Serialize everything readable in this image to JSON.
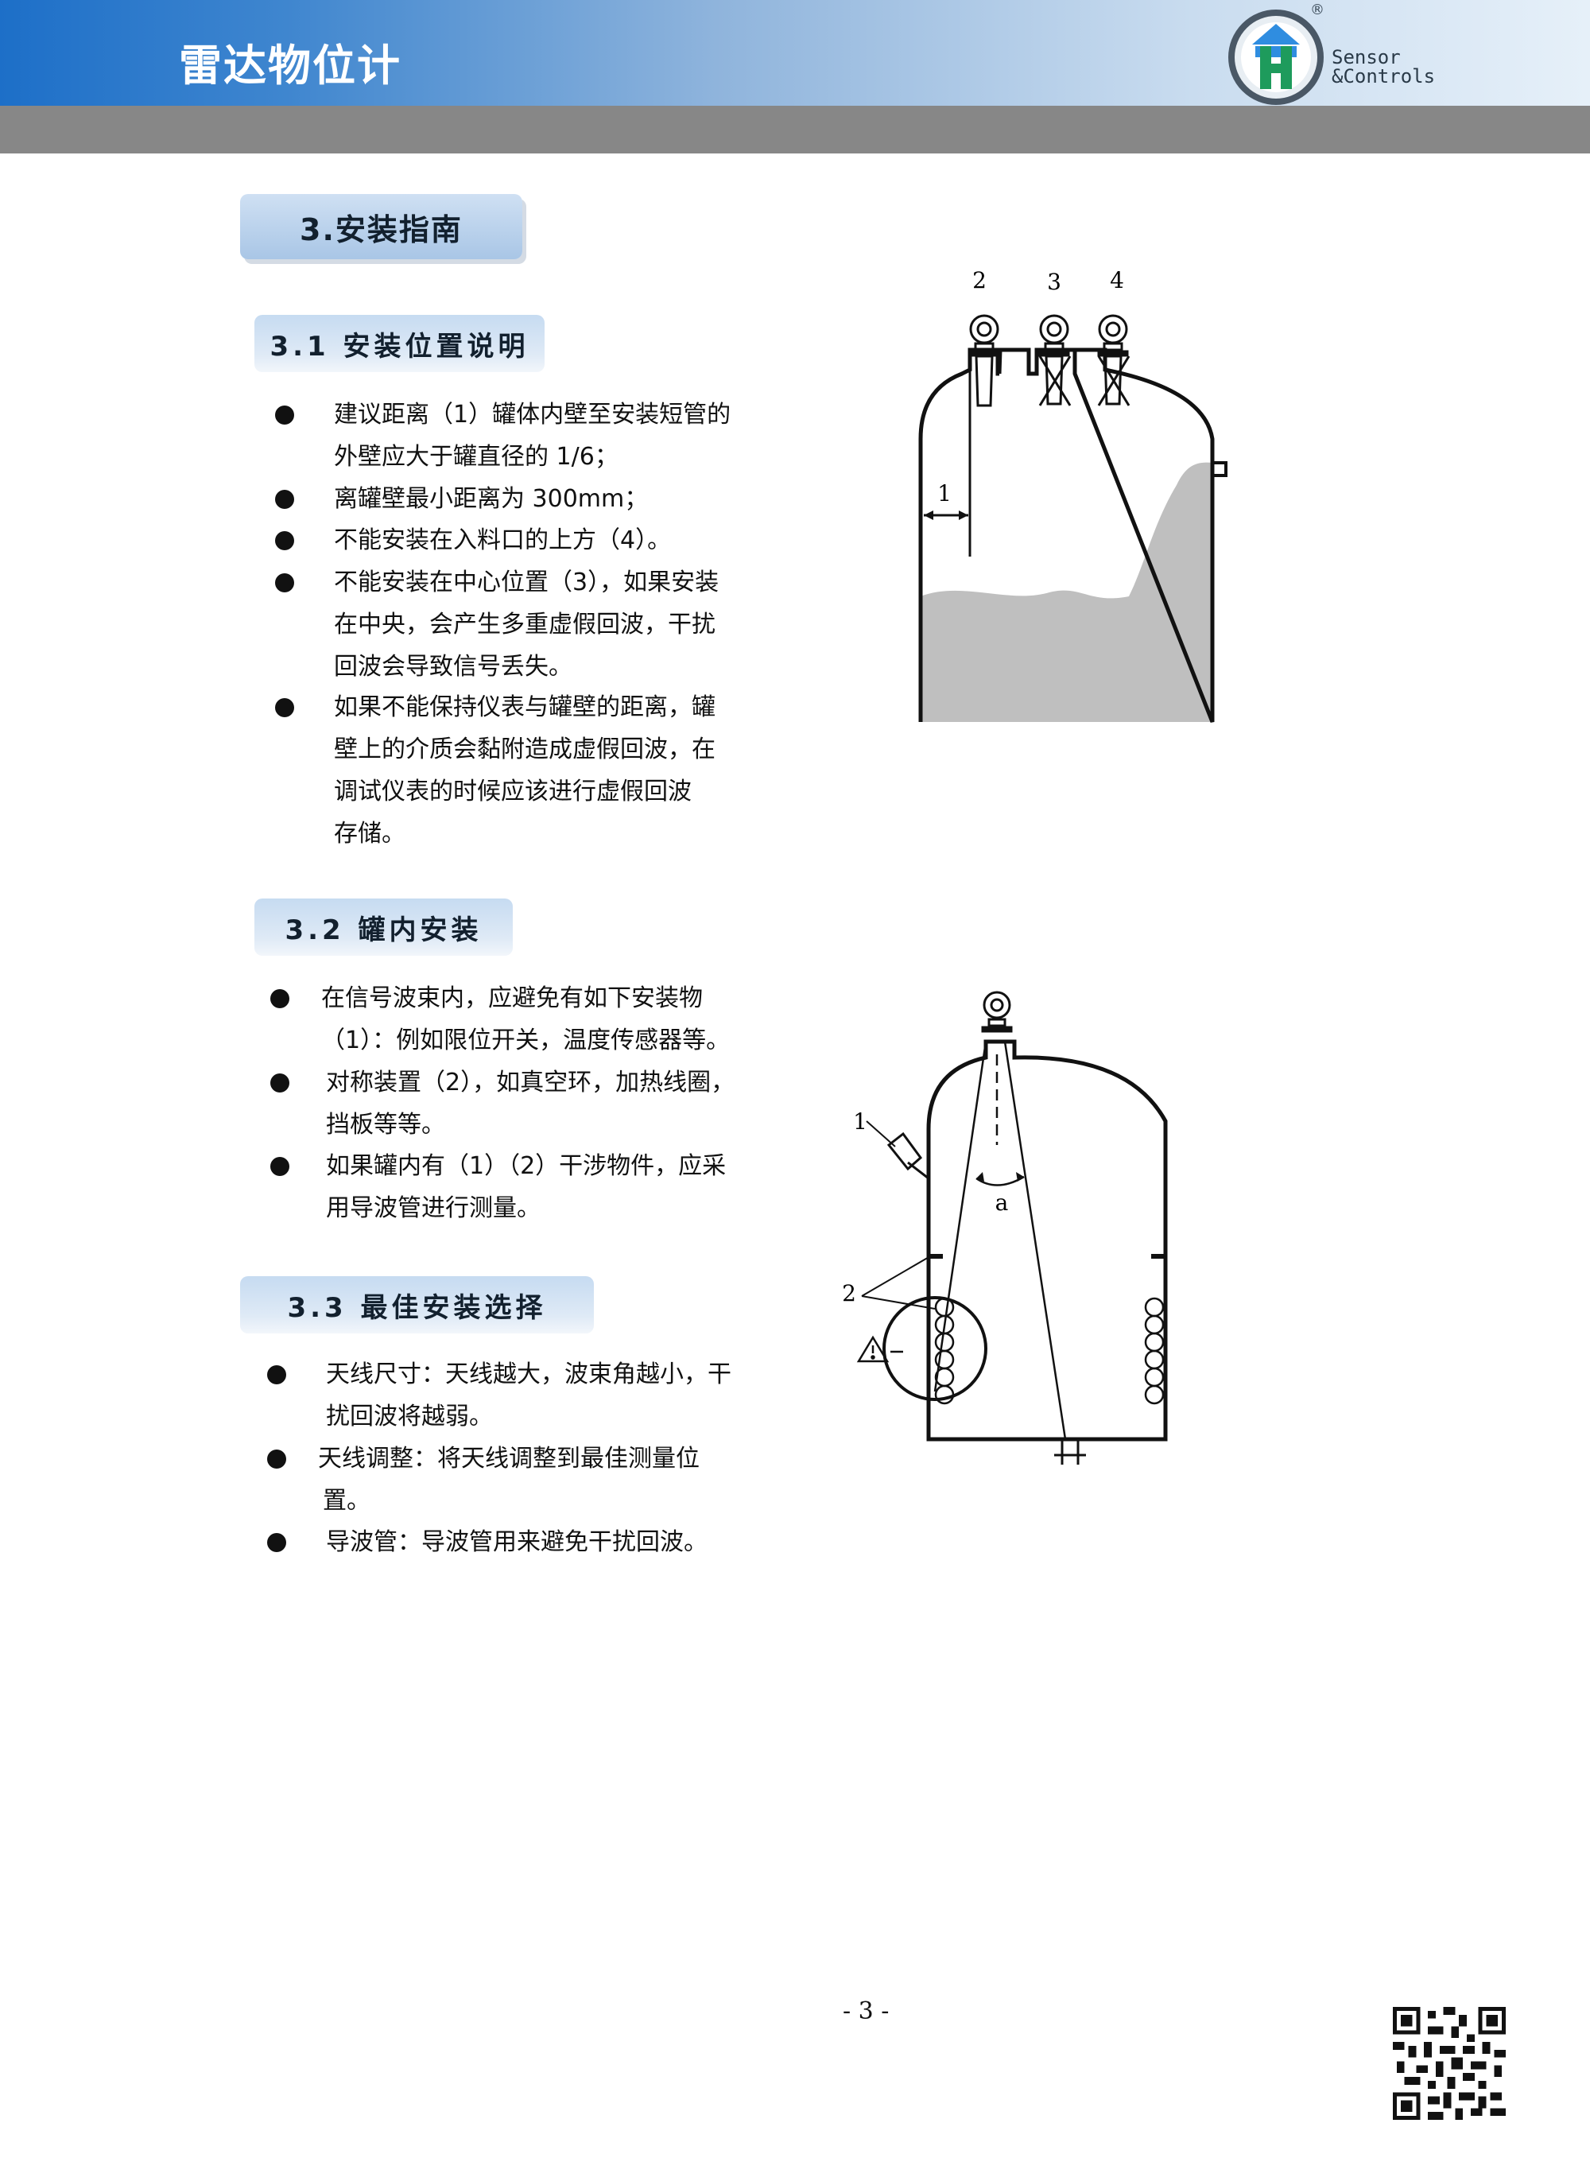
{
  "header": {
    "title": "雷达物位计",
    "logo": {
      "brand_line1": "Sensor",
      "brand_line2": "&Controls",
      "registered": "®",
      "icon": "sensor-controls-logo"
    }
  },
  "section3": {
    "title": "3.安装指南"
  },
  "sec31": {
    "title": "3.1 安装位置说明",
    "bullets": [
      [
        "建议距离（1）罐体内壁至安装短管的",
        "外壁应大于罐直径的 1/6；"
      ],
      [
        "离罐壁最小距离为 300mm；"
      ],
      [
        "不能安装在入料口的上方（4）。"
      ],
      [
        "不能安装在中心位置（3），如果安装",
        "在中央，会产生多重虚假回波，干扰",
        "回波会导致信号丢失。"
      ],
      [
        "如果不能保持仪表与罐壁的距离，罐",
        "壁上的介质会黏附造成虚假回波，在",
        "调试仪表的时候应该进行虚假回波",
        "存储。"
      ]
    ]
  },
  "sec32": {
    "title": "3.2 罐内安装",
    "bullets": [
      [
        "在信号波束内，应避免有如下安装物",
        "（1）：例如限位开关，温度传感器等。"
      ],
      [
        "对称装置（2），如真空环，加热线圈，",
        "挡板等等。"
      ],
      [
        "如果罐内有（1）（2）干涉物件，应采",
        "用导波管进行测量。"
      ]
    ]
  },
  "sec33": {
    "title": "3.3 最佳安装选择",
    "bullets": [
      [
        "天线尺寸：天线越大，波束角越小，干",
        "扰回波将越弱。"
      ],
      [
        "天线调整：将天线调整到最佳测量位",
        "置。"
      ],
      [
        "导波管：导波管用来避免干扰回波。"
      ]
    ]
  },
  "figure1": {
    "labels": [
      "2",
      "3",
      "4",
      "1"
    ]
  },
  "figure2": {
    "labels": [
      "1",
      "a",
      "2"
    ]
  },
  "footer": {
    "page_number": "- 3 -",
    "qr_icon": "qr-code"
  }
}
